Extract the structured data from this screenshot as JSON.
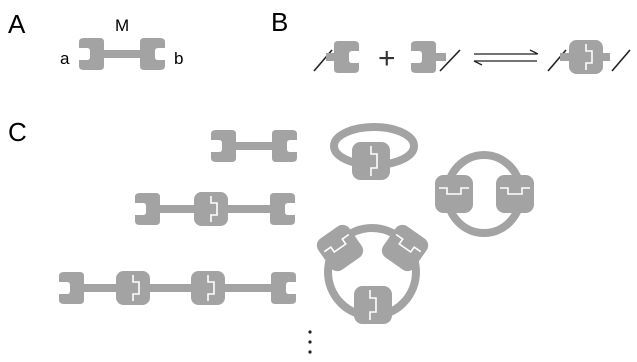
{
  "panels": {
    "a": "A",
    "b": "B",
    "c": "C"
  },
  "monomer_labels": {
    "molecule": "M",
    "end_a": "a",
    "end_b": "b"
  },
  "reaction": {
    "plus": "+"
  },
  "colors": {
    "shape": "#a3a3a3",
    "line": "#222222",
    "background": "#ffffff"
  }
}
